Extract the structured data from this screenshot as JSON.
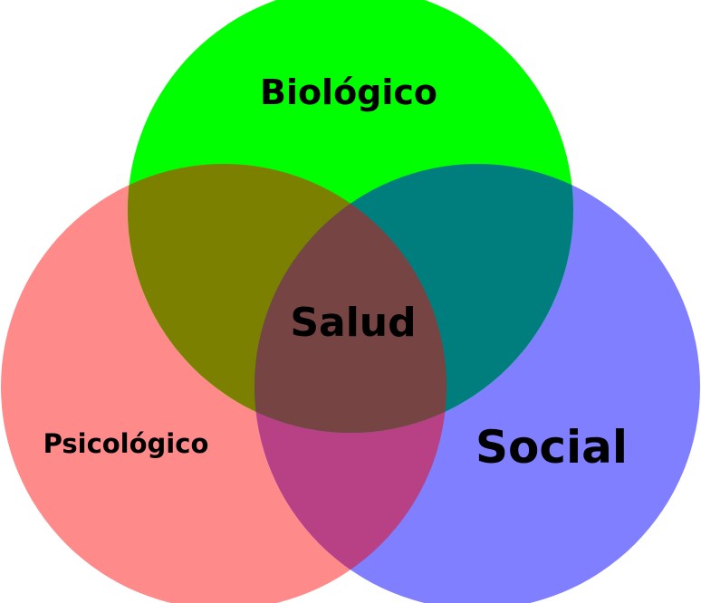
{
  "diagram": {
    "circles": [
      {
        "id": "biologico",
        "label": "Biológico",
        "color": "#00ff00"
      },
      {
        "id": "psicologico",
        "label": "Psicológico",
        "color": "#ff8a8a"
      },
      {
        "id": "social",
        "label": "Social",
        "color": "#7f7fff"
      }
    ],
    "regions": {
      "bio_psico": "#7b8000",
      "bio_social": "#007e7e",
      "psico_social": "#b84185",
      "center": "#774444"
    },
    "center_label": "Salud"
  }
}
